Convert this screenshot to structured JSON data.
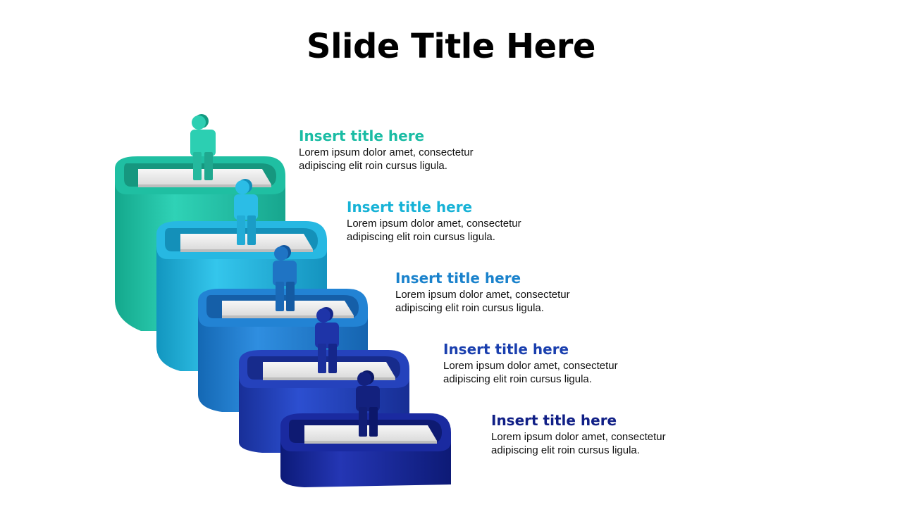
{
  "slide": {
    "title": "Slide Title Here"
  },
  "steps": [
    {
      "title": "Insert title here",
      "text": "Lorem ipsum dolor amet, consectetur\nadipiscing elit roin cursus ligula.",
      "color": "#1abca4"
    },
    {
      "title": "Insert title here",
      "text": "Lorem ipsum dolor amet, consectetur\nadipiscing elit roin cursus ligula.",
      "color": "#16b2d6"
    },
    {
      "title": "Insert title here",
      "text": "Lorem ipsum dolor amet, consectetur\nadipiscing elit roin cursus ligula.",
      "color": "#1a82cc"
    },
    {
      "title": "Insert title here",
      "text": "Lorem ipsum dolor amet, consectetur\nadipiscing elit roin cursus ligula.",
      "color": "#1a3fae"
    },
    {
      "title": "Insert title here",
      "text": "Lorem ipsum dolor amet, consectetur\nadipiscing elit roin cursus ligula.",
      "color": "#101f86"
    }
  ]
}
